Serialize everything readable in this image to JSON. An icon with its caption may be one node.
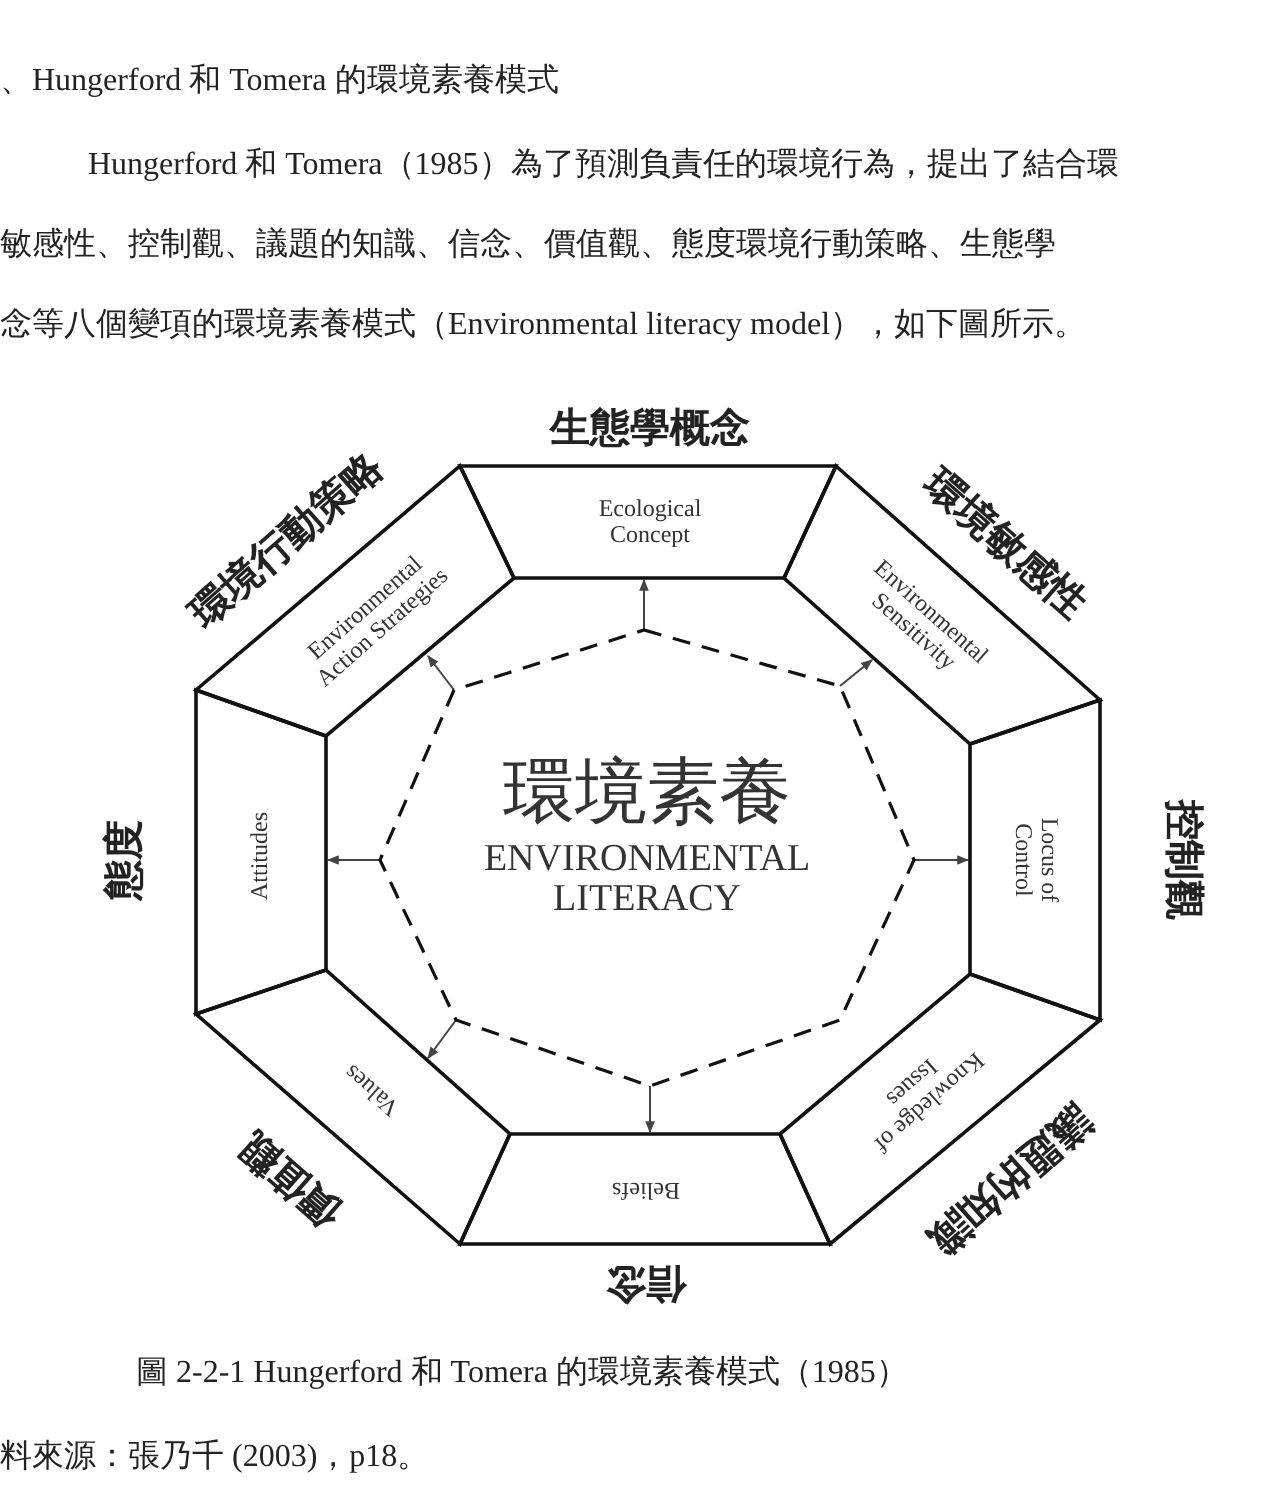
{
  "diagram": {
    "caption": "圖 2-2-1 Hungerford 和 Tomera 的環境素養模式（1985）",
    "nodes": [
      {
        "text": [
          "Ecological Concept"
        ],
        "beside": [
          "生態學概念"
        ]
      },
      {
        "text": [
          "Environmental Sensitivity"
        ],
        "beside": [
          "環境敏感性"
        ]
      },
      {
        "text": [
          "Locus of Control"
        ],
        "beside": [
          "控制觀"
        ]
      },
      {
        "text": [
          "Knowledge of Issues"
        ],
        "beside": [
          "議題的知識"
        ]
      },
      {
        "text": [
          "Beliefs"
        ],
        "beside": [
          "信念"
        ]
      },
      {
        "text": [
          "Values"
        ],
        "beside": [
          "價值觀"
        ]
      },
      {
        "text": [
          "Attitudes"
        ],
        "beside": [
          "態度"
        ]
      },
      {
        "text": [
          "Environmental Action Strategies"
        ],
        "beside": [
          "環境行動策略"
        ]
      },
      {
        "text": [
          "環境素養",
          "ENVIRONMENTAL LITERACY"
        ]
      }
    ],
    "edges": [
      {
        "from": 8,
        "to": 0,
        "arrow": "to"
      },
      {
        "from": 8,
        "to": 1,
        "arrow": "to"
      },
      {
        "from": 8,
        "to": 2,
        "arrow": "to"
      },
      {
        "from": 8,
        "to": 4,
        "arrow": "to"
      },
      {
        "from": 8,
        "to": 5,
        "arrow": "to"
      },
      {
        "from": 8,
        "to": 6,
        "arrow": "to"
      },
      {
        "from": 8,
        "to": 7,
        "arrow": "to"
      }
    ],
    "labels": [
      "、Hungerford 和 Tomera 的環境素養模式",
      "Hungerford 和 Tomera（1985）為了預測負責任的環境行為，提出了結合環",
      "敏感性、控制觀、議題的知識、信念、價值觀、態度環境行動策略、生態學",
      "念等八個變項的環境素養模式（Environmental literacy model），如下圖所示。",
      "料來源：張乃千 (2003)，p18。"
    ]
  }
}
